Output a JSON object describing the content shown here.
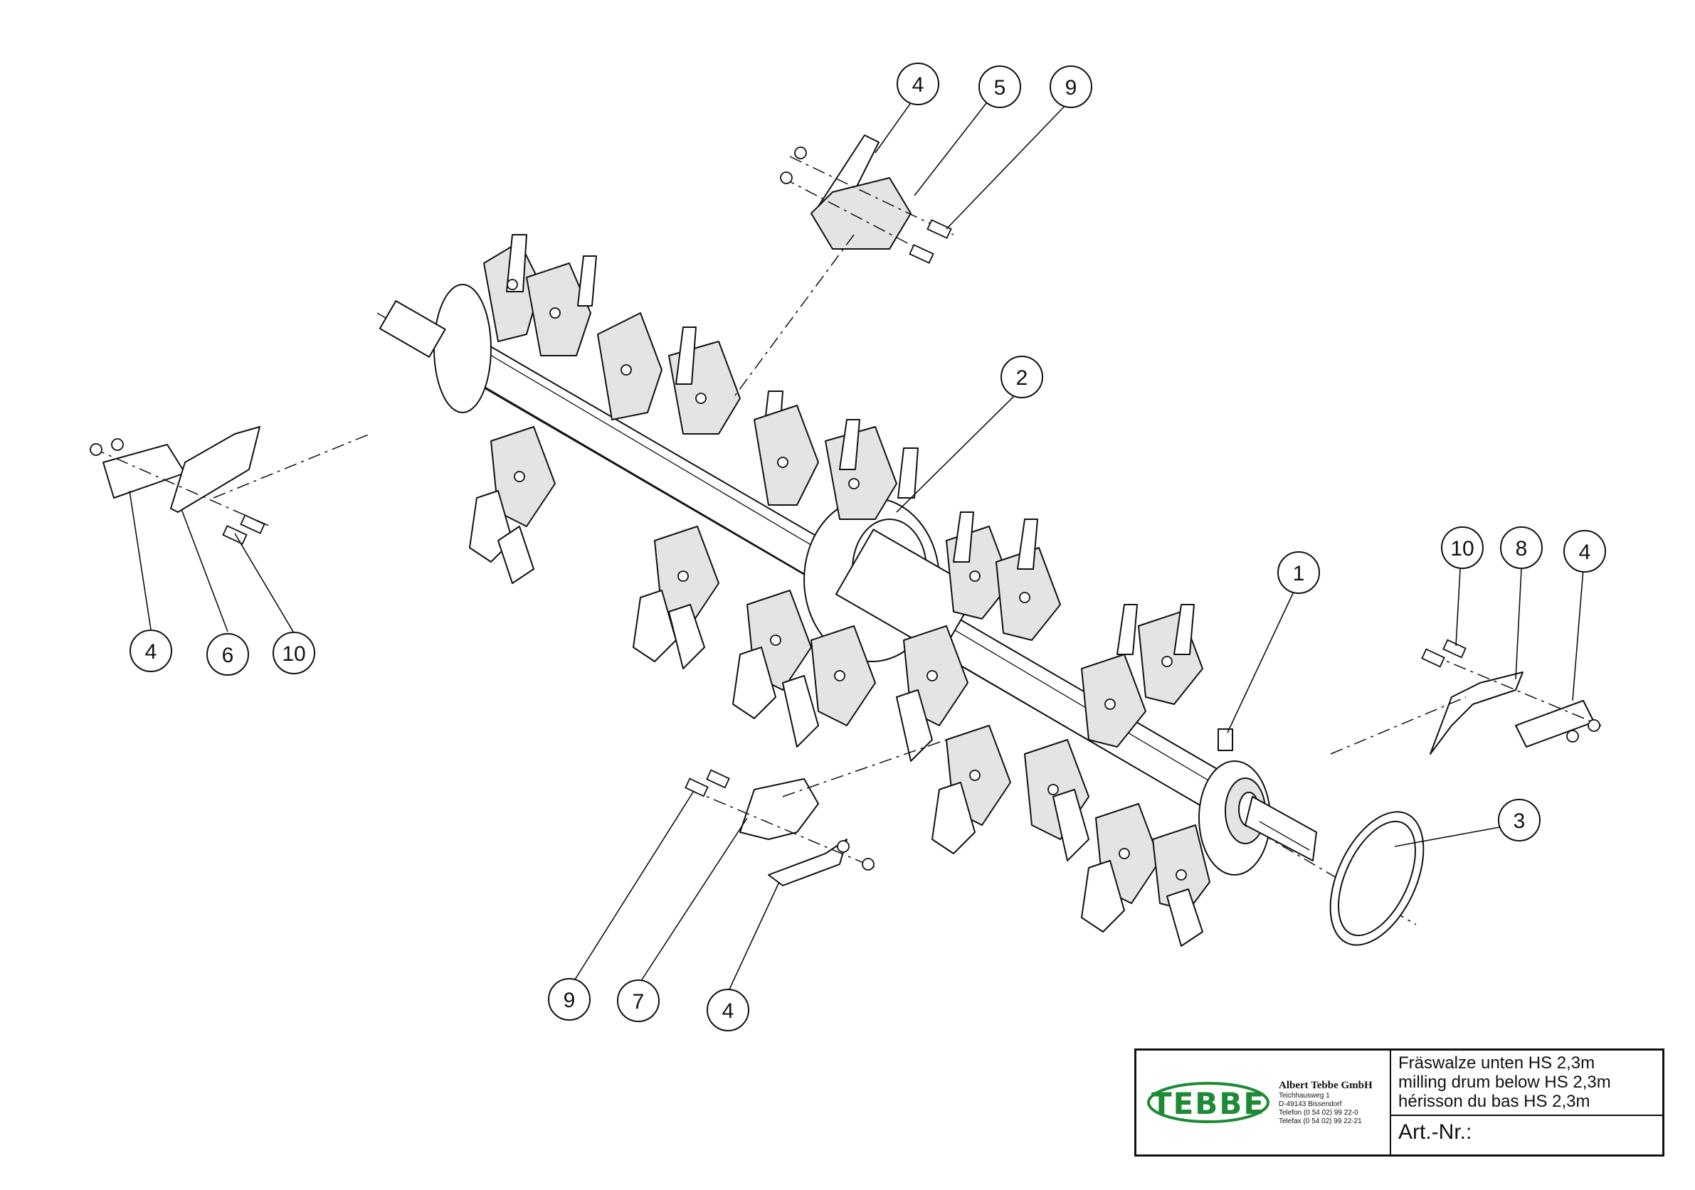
{
  "callouts": [
    {
      "id": "c-4-top",
      "label": "4"
    },
    {
      "id": "c-5",
      "label": "5"
    },
    {
      "id": "c-9-top",
      "label": "9"
    },
    {
      "id": "c-2",
      "label": "2"
    },
    {
      "id": "c-1",
      "label": "1"
    },
    {
      "id": "c-10-right",
      "label": "10"
    },
    {
      "id": "c-8",
      "label": "8"
    },
    {
      "id": "c-4-right",
      "label": "4"
    },
    {
      "id": "c-3",
      "label": "3"
    },
    {
      "id": "c-4-left",
      "label": "4"
    },
    {
      "id": "c-6",
      "label": "6"
    },
    {
      "id": "c-10-left",
      "label": "10"
    },
    {
      "id": "c-9-bottom",
      "label": "9"
    },
    {
      "id": "c-7",
      "label": "7"
    },
    {
      "id": "c-4-bottom",
      "label": "4"
    }
  ],
  "title_block": {
    "logo_text": "TEBBE",
    "company_name": "Albert Tebbe GmbH",
    "address_line1": "Teichhausweg 1",
    "address_line2": "D-49143 Bissendorf",
    "phone": "Telefon (0 54 02) 99 22-0",
    "fax": "Telefax (0 54 02) 99 22-21",
    "title_de": "Fräswalze unten HS 2,3m",
    "title_en": "milling drum below HS 2,3m",
    "title_fr": "hérisson du bas HS 2,3m",
    "article_label": "Art.-Nr.:"
  },
  "colors": {
    "logo_green": "#1e8a35",
    "line": "#111111"
  }
}
